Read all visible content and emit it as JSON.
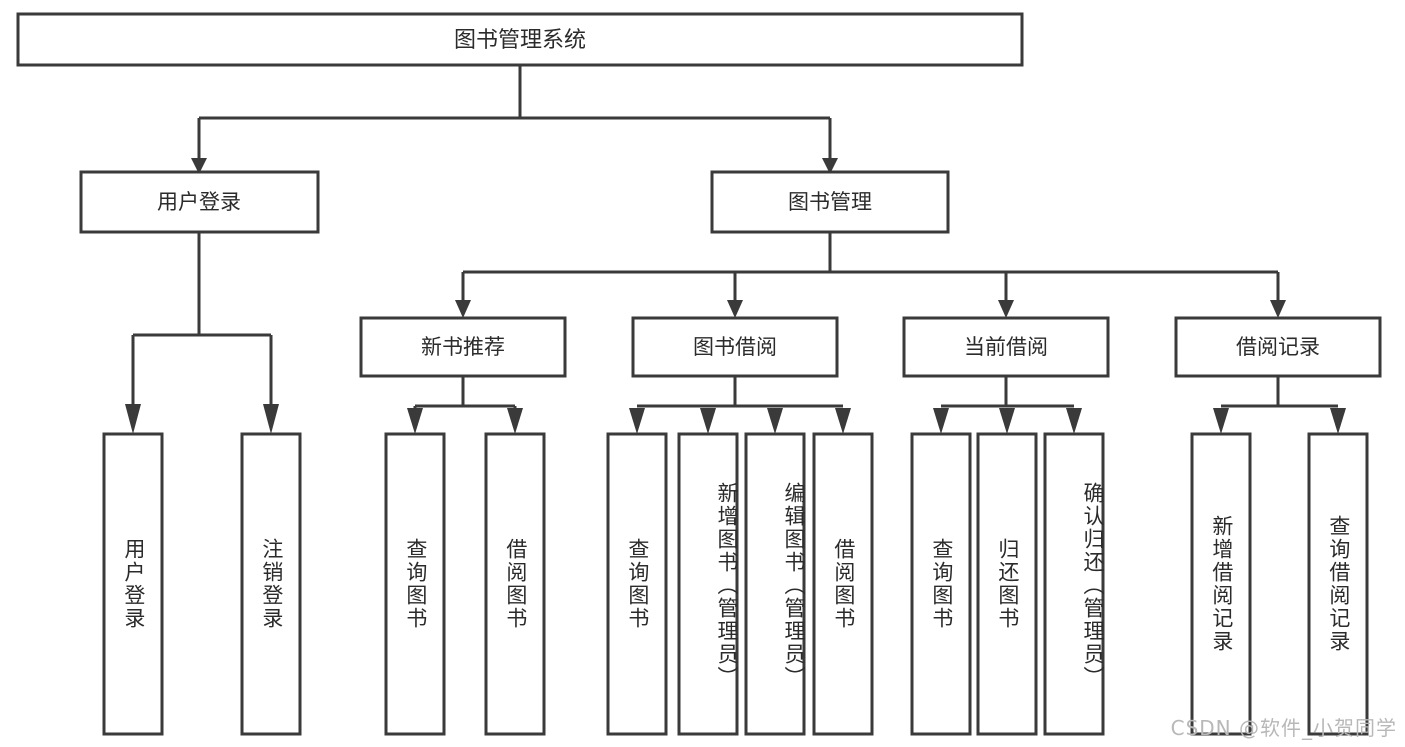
{
  "diagram": {
    "type": "hierarchy-tree",
    "title": "图书管理系统",
    "orientation": "top-down",
    "colors": {
      "stroke": "#3a3a3a",
      "box_fill": "#ffffff",
      "text": "#2b2b2b",
      "background": "#ffffff",
      "watermark": "#b8b8b8"
    },
    "watermark": "CSDN @软件_小贺同学",
    "levels": 4
  },
  "nodes": {
    "root": {
      "label": "图书管理系统"
    },
    "level1": [
      {
        "label": "用户登录"
      },
      {
        "label": "图书管理"
      }
    ],
    "level2": [
      {
        "label": "新书推荐"
      },
      {
        "label": "图书借阅"
      },
      {
        "label": "当前借阅"
      },
      {
        "label": "借阅记录"
      }
    ],
    "leaves": {
      "user_login": [
        {
          "label": "用户登录"
        },
        {
          "label": "注销登录"
        }
      ],
      "new_book_recommend": [
        {
          "label": "查询图书"
        },
        {
          "label": "借阅图书"
        }
      ],
      "book_borrow": [
        {
          "label": "查询图书"
        },
        {
          "label": "新增图书（管理员）"
        },
        {
          "label": "编辑图书（管理员）"
        },
        {
          "label": "借阅图书"
        }
      ],
      "current_borrow": [
        {
          "label": "查询图书"
        },
        {
          "label": "归还图书"
        },
        {
          "label": "确认归还（管理员）"
        }
      ],
      "borrow_record": [
        {
          "label": "新增借阅记录"
        },
        {
          "label": "查询借阅记录"
        }
      ]
    }
  },
  "edges": [
    {
      "from": "图书管理系统",
      "to": "用户登录"
    },
    {
      "from": "图书管理系统",
      "to": "图书管理"
    },
    {
      "from": "图书管理",
      "to": "新书推荐"
    },
    {
      "from": "图书管理",
      "to": "图书借阅"
    },
    {
      "from": "图书管理",
      "to": "当前借阅"
    },
    {
      "from": "图书管理",
      "to": "借阅记录"
    },
    {
      "from": "用户登录",
      "to": "用户登录"
    },
    {
      "from": "用户登录",
      "to": "注销登录"
    },
    {
      "from": "新书推荐",
      "to": "查询图书"
    },
    {
      "from": "新书推荐",
      "to": "借阅图书"
    },
    {
      "from": "图书借阅",
      "to": "查询图书"
    },
    {
      "from": "图书借阅",
      "to": "新增图书（管理员）"
    },
    {
      "from": "图书借阅",
      "to": "编辑图书（管理员）"
    },
    {
      "from": "图书借阅",
      "to": "借阅图书"
    },
    {
      "from": "当前借阅",
      "to": "查询图书"
    },
    {
      "from": "当前借阅",
      "to": "归还图书"
    },
    {
      "from": "当前借阅",
      "to": "确认归还（管理员）"
    },
    {
      "from": "借阅记录",
      "to": "新增借阅记录"
    },
    {
      "from": "借阅记录",
      "to": "查询借阅记录"
    }
  ]
}
